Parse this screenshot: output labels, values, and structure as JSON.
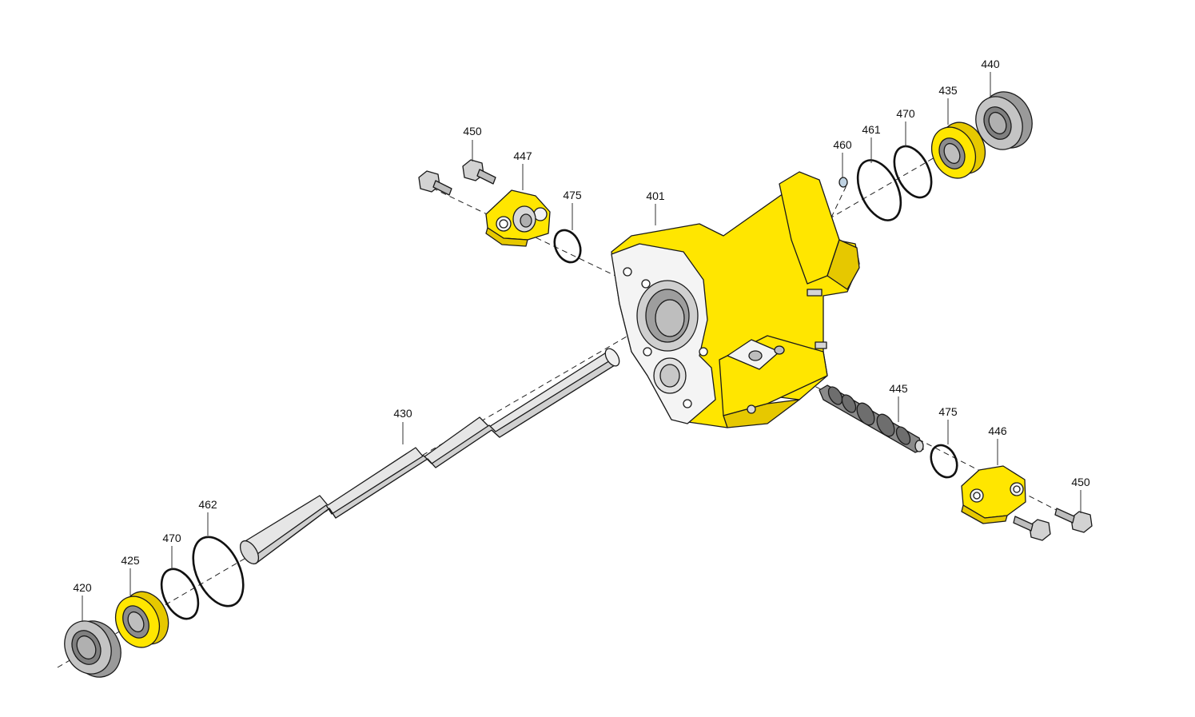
{
  "colors": {
    "housing_yellow": "#FFE600",
    "housing_shade": "#E6C800",
    "steel_light": "#E2E2E2",
    "steel_mid": "#BDBDBD",
    "steel_dark": "#8E8E8E",
    "outline": "#1A1A1A",
    "background": "#FFFFFF"
  },
  "parts": [
    {
      "key": "p401",
      "number": "401",
      "kind": "housing"
    },
    {
      "key": "p420",
      "number": "420",
      "kind": "end-plug"
    },
    {
      "key": "p425",
      "number": "425",
      "kind": "threaded-sleeve"
    },
    {
      "key": "p430",
      "number": "430",
      "kind": "shaft"
    },
    {
      "key": "p435",
      "number": "435",
      "kind": "threaded-sleeve"
    },
    {
      "key": "p440",
      "number": "440",
      "kind": "end-plug"
    },
    {
      "key": "p445",
      "number": "445",
      "kind": "spool"
    },
    {
      "key": "p446",
      "number": "446",
      "kind": "flange-cover"
    },
    {
      "key": "p447",
      "number": "447",
      "kind": "flange-cover"
    },
    {
      "key": "p450a",
      "number": "450",
      "kind": "bolt"
    },
    {
      "key": "p450b",
      "number": "450",
      "kind": "bolt"
    },
    {
      "key": "p460",
      "number": "460",
      "kind": "plug"
    },
    {
      "key": "p461",
      "number": "461",
      "kind": "o-ring"
    },
    {
      "key": "p462",
      "number": "462",
      "kind": "o-ring"
    },
    {
      "key": "p470a",
      "number": "470",
      "kind": "o-ring"
    },
    {
      "key": "p470b",
      "number": "470",
      "kind": "o-ring"
    },
    {
      "key": "p475a",
      "number": "475",
      "kind": "o-ring"
    },
    {
      "key": "p475b",
      "number": "475",
      "kind": "o-ring"
    }
  ]
}
